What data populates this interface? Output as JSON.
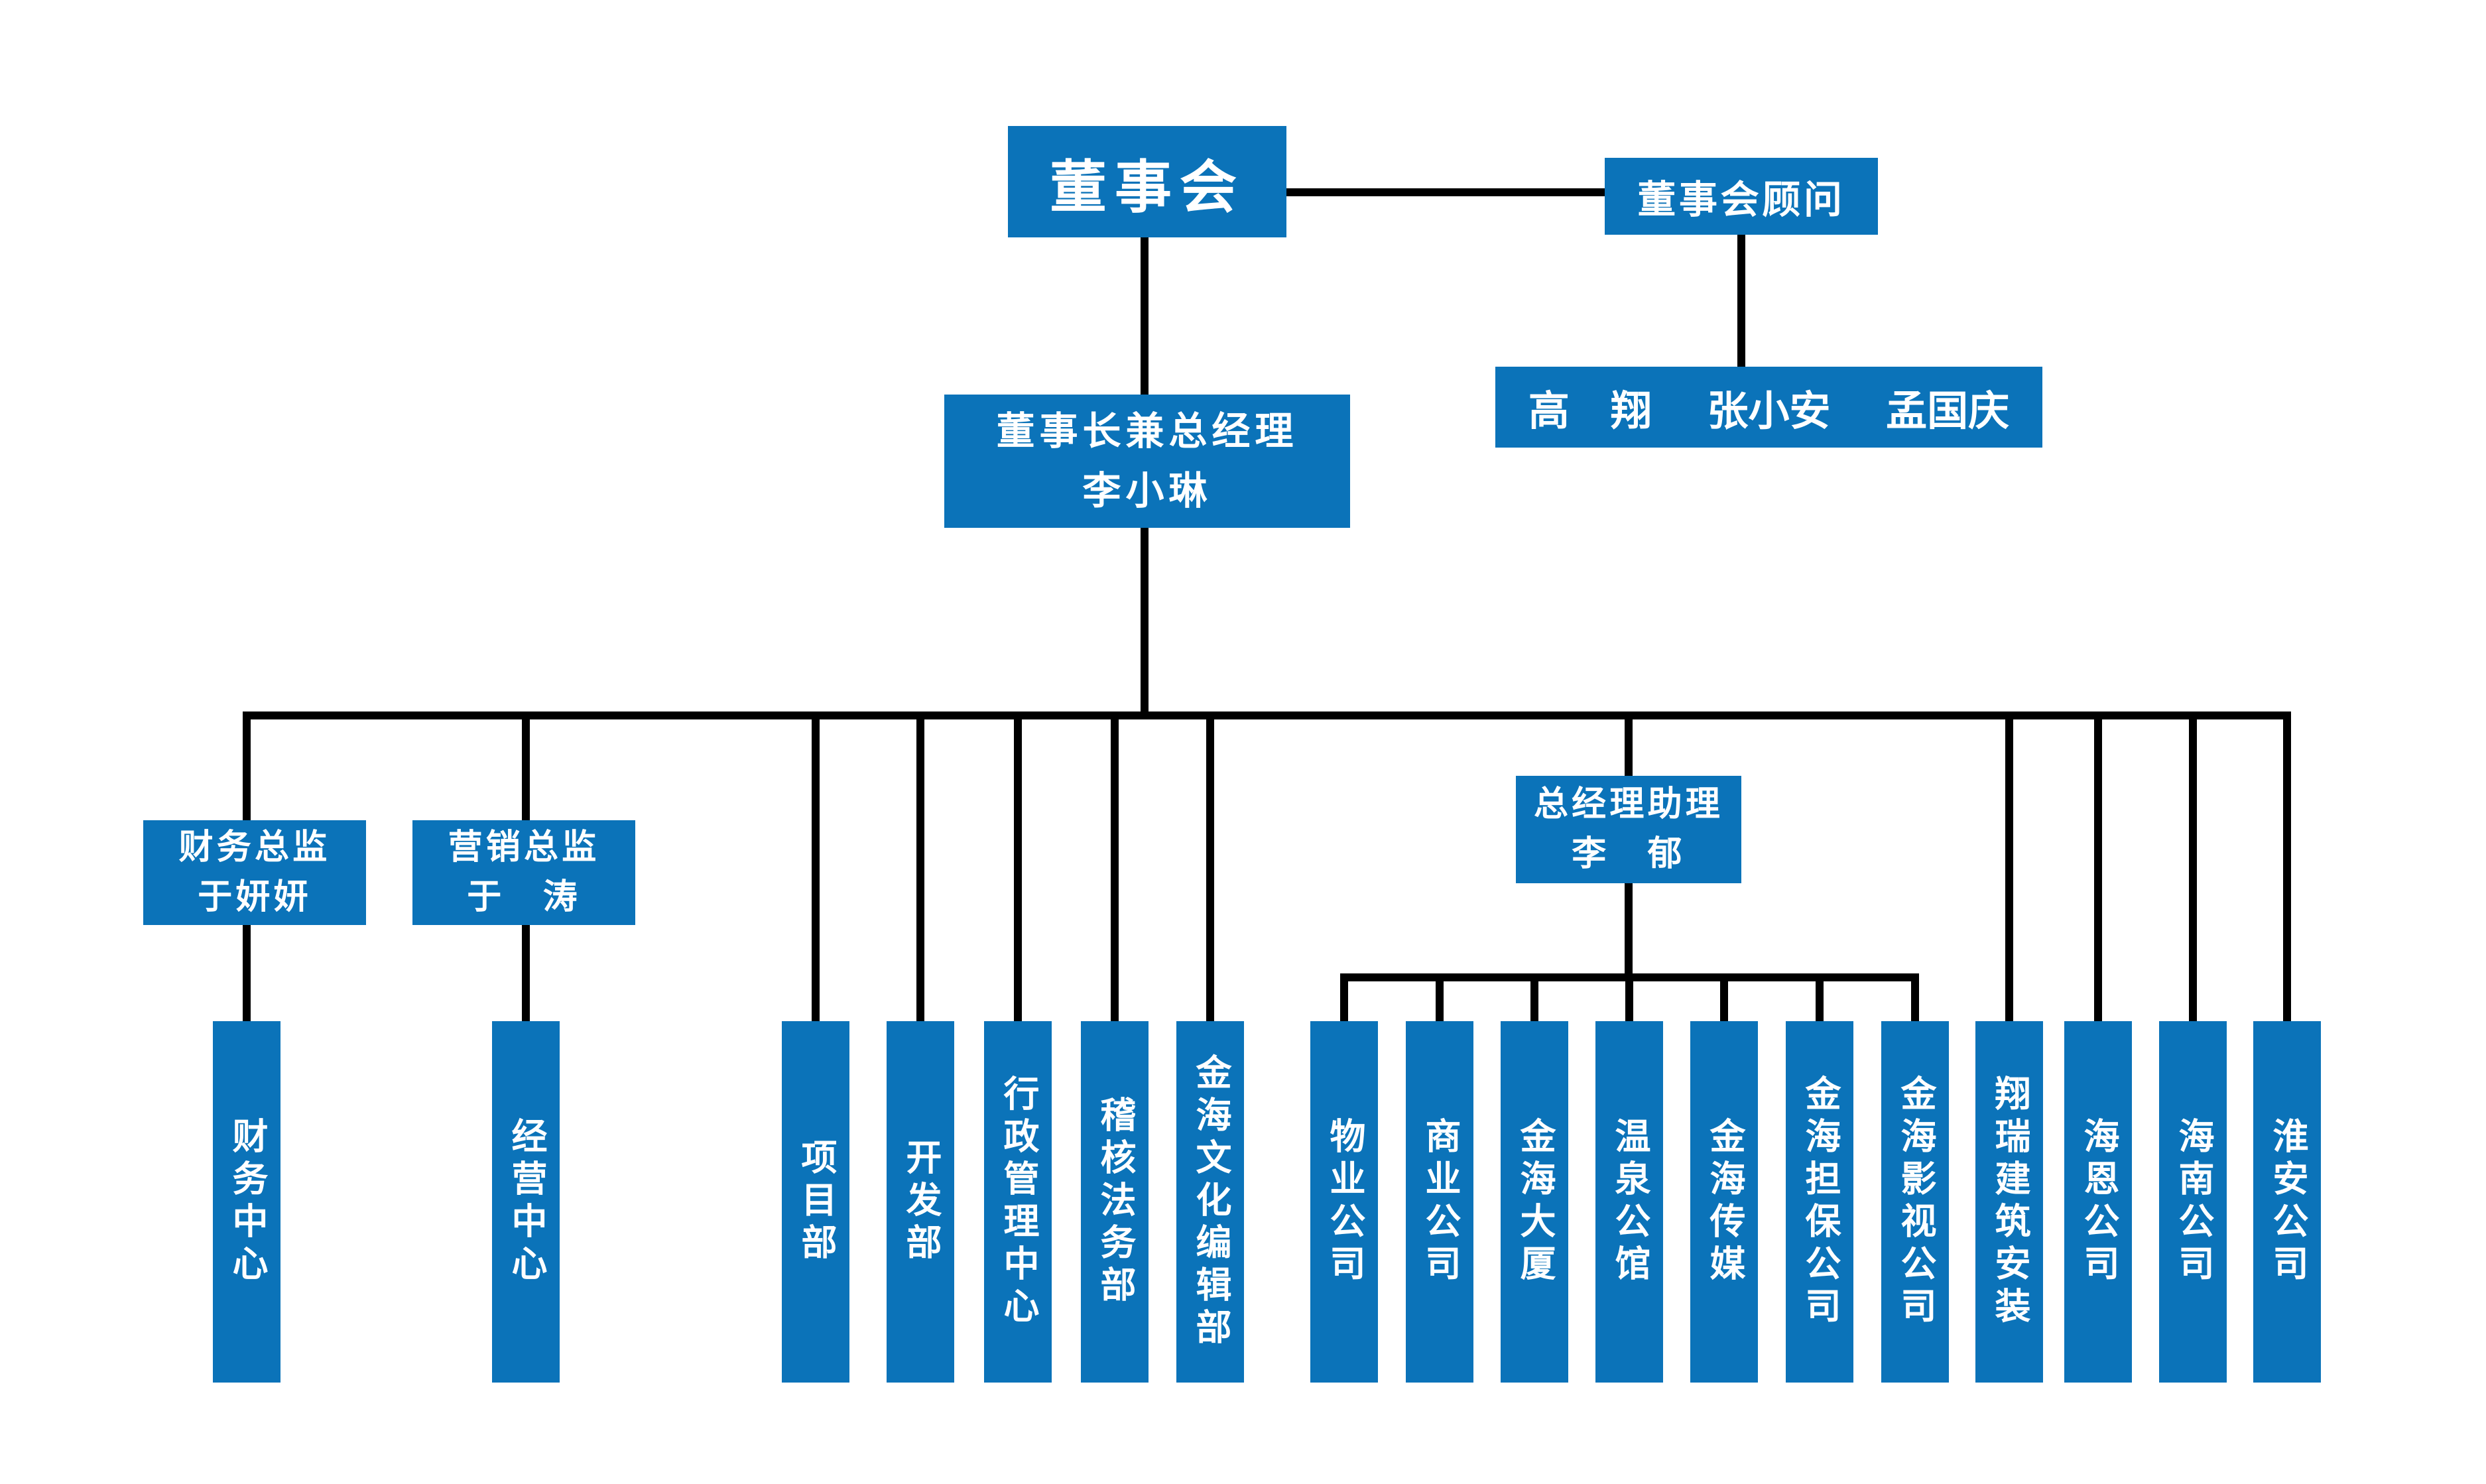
{
  "palette": {
    "box_blue": "#0b73b9",
    "line_black": "#000000",
    "text_white": "#ffffff",
    "background": "#ffffff"
  },
  "org_chart": {
    "board": {
      "label": "董事会"
    },
    "board_advisors": {
      "label": "董事会顾问"
    },
    "advisor_names": {
      "label": "高　翔　 张小安　 孟国庆"
    },
    "chairman": {
      "label": "董事长兼总经理\n李小琳"
    },
    "finance_director": {
      "label": "财务总监\n于妍妍"
    },
    "marketing_director": {
      "label": "营销总监\n于　涛"
    },
    "gm_assistant": {
      "label": "总经理助理\n李　郁"
    },
    "units": [
      {
        "label": "财务中心"
      },
      {
        "label": "经营中心"
      },
      {
        "label": "项目部"
      },
      {
        "label": "开发部"
      },
      {
        "label": "行政管理中心"
      },
      {
        "label": "稽核法务部"
      },
      {
        "label": "金海文化编辑部"
      },
      {
        "label": "物业公司"
      },
      {
        "label": "商业公司"
      },
      {
        "label": "金海大厦"
      },
      {
        "label": "温泉公馆"
      },
      {
        "label": "金海传媒"
      },
      {
        "label": "金海担保公司"
      },
      {
        "label": "金海影视公司"
      },
      {
        "label": "翔瑞建筑安装"
      },
      {
        "label": "海恩公司"
      },
      {
        "label": "海南公司"
      },
      {
        "label": "淮安公司"
      }
    ]
  }
}
